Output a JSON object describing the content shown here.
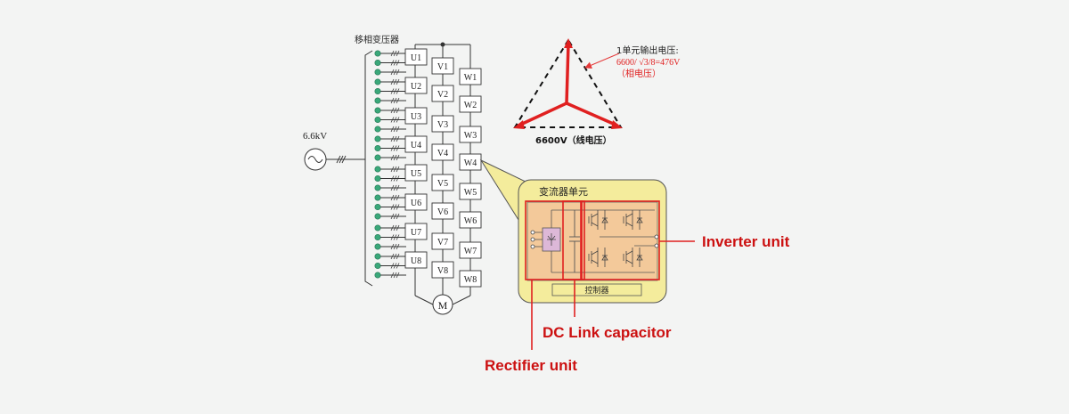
{
  "transformer_label": "移相变压器",
  "input_voltage": "6.6kV",
  "motor_label": "M",
  "phases": {
    "u": [
      "U1",
      "U2",
      "U3",
      "U4",
      "U5",
      "U6",
      "U7",
      "U8"
    ],
    "v": [
      "V1",
      "V2",
      "V3",
      "V4",
      "V5",
      "V6",
      "V7",
      "V8"
    ],
    "w": [
      "W1",
      "W2",
      "W3",
      "W4",
      "W5",
      "W6",
      "W7",
      "W8"
    ]
  },
  "vector_diagram": {
    "unit_output_line1": "1单元输出电压:",
    "unit_output_line2": "6600/ √3/8=476V",
    "unit_output_line3": "（相电压）",
    "line_voltage": "6600V（线电压）"
  },
  "converter_cell": {
    "title": "变流器单元",
    "controller": "控制器"
  },
  "annotations": {
    "inverter": "Inverter unit",
    "dc_link": "DC Link capacitor",
    "rectifier": "Rectifier unit"
  },
  "colors": {
    "background": "#f3f4f3",
    "annotation_red": "#cc1111",
    "callout_fill": "#f4ec9c",
    "cell_fill": "#f3c99a",
    "winding_dot": "#3aa87a"
  }
}
